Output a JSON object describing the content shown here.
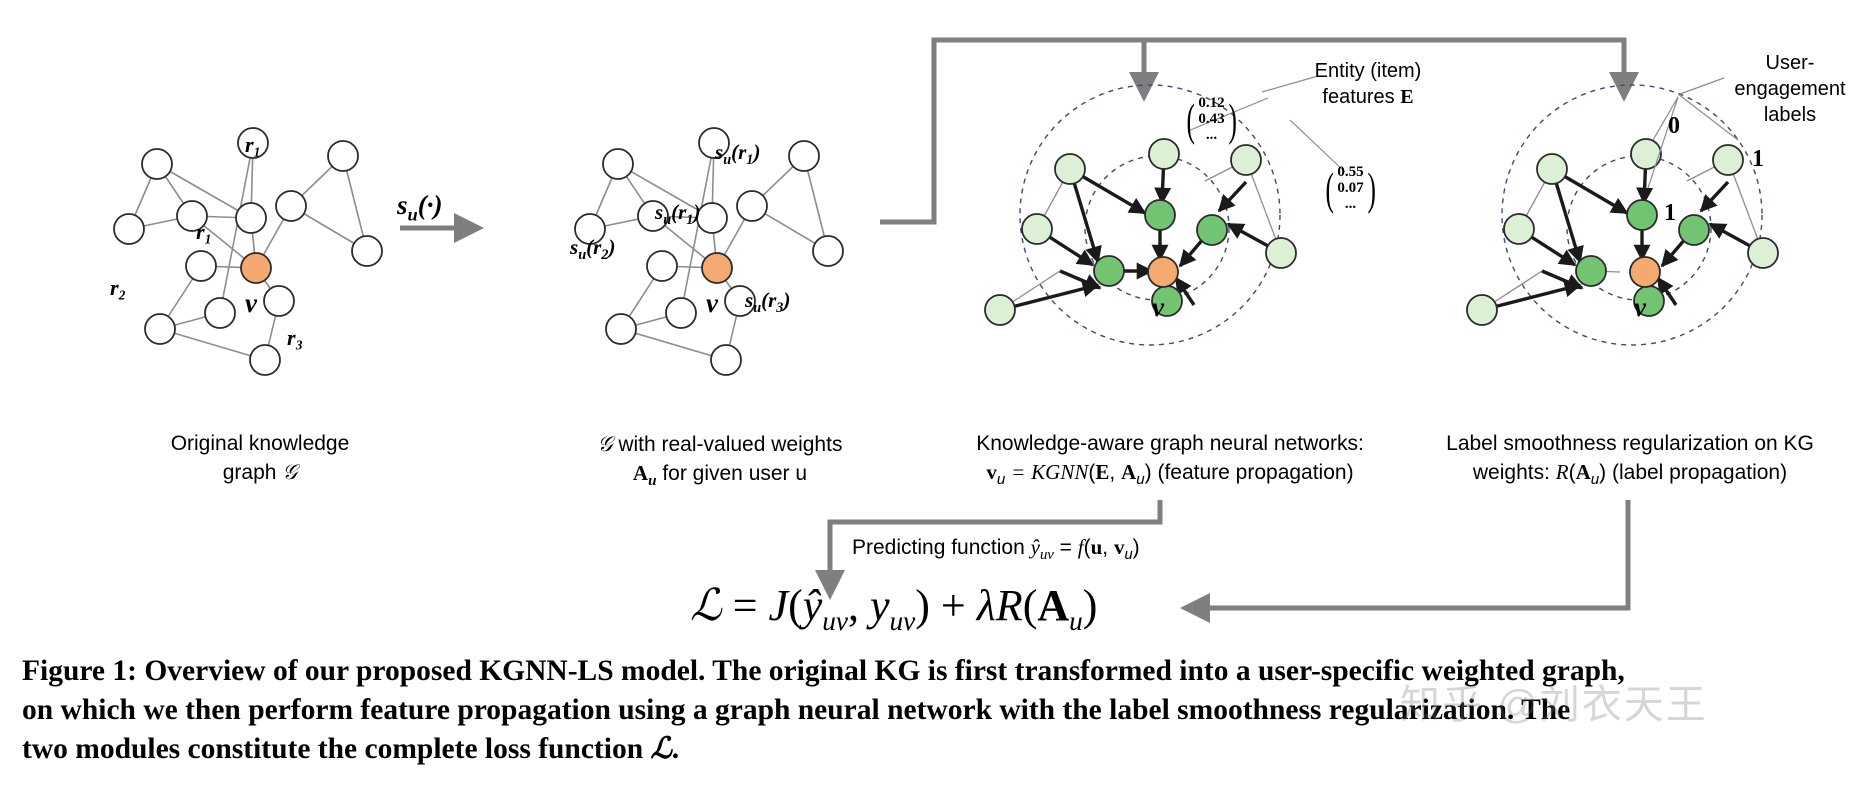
{
  "figure": {
    "title": "Figure 1: Overview of our proposed KGNN-LS model.",
    "caption_line1": "Figure 1: Overview of our proposed KGNN-LS model. The original KG is first transformed into a user-specific weighted graph,",
    "caption_line2": "on which we then perform feature propagation using a graph neural network with the label smoothness regularization. The",
    "caption_line3_pre": "two modules constitute the complete loss function ",
    "caption_line3_symbol": "ℒ",
    "caption_line3_post": ".",
    "watermark": "知乎 @刘衣天王"
  },
  "panels": {
    "panel1": {
      "caption_line1": "Original knowledge",
      "caption_line2_pre": "graph ",
      "caption_line2_symbol": "𝒢",
      "edge_labels": [
        "r₁",
        "r₁",
        "r₂",
        "r₃"
      ],
      "center_node_label": "v"
    },
    "panel2": {
      "caption_line1_pre": "𝒢",
      "caption_line1_post": " with real-valued weights",
      "caption_line2_bold": "A",
      "caption_line2_sub": "u",
      "caption_line2_post": " for given user u",
      "edge_labels": [
        "s_u(r₁)",
        "s_u(r₁)",
        "s_u(r₂)",
        "s_u(r₃)"
      ],
      "center_node_label": "v"
    },
    "panel3": {
      "caption_line1": "Knowledge-aware graph neural networks:",
      "caption_line2": "v_u = KGNN(E, A_u) (feature propagation)",
      "annotation": "Entity (item) features E",
      "annotation_line1": "Entity (item)",
      "annotation_line2_pre": "features ",
      "annotation_line2_bold": "E",
      "feature_vectors": [
        {
          "values": [
            "0.12",
            "0.43",
            "..."
          ]
        },
        {
          "values": [
            "0.55",
            "0.07",
            "..."
          ]
        }
      ],
      "center_node_label": "v"
    },
    "panel4": {
      "caption_line1": "Label smoothness regularization on KG",
      "caption_line2": "weights: R(A_u) (label propagation)",
      "annotation_line1": "User-",
      "annotation_line2": "engagement",
      "annotation_line3": "labels",
      "engagement_labels": [
        "0",
        "1",
        "1"
      ],
      "center_node_label": "v"
    }
  },
  "transform": {
    "operator_label": "s_u(·)"
  },
  "loss": {
    "predicting_function_text": "Predicting function ŷ_uv = f(u, v_u)",
    "formula_text": "ℒ = J(ŷ_uv, y_uv) + λR(A_u)"
  },
  "colors": {
    "node_stroke": "#2b2b2b",
    "node_fill_white": "#ffffff",
    "node_fill_orange": "#f4a971",
    "node_fill_green_dark": "#72c472",
    "node_fill_green_light": "#dcf0d6",
    "edge_thin": "#8d8d8d",
    "edge_bold": "#1a1a1a",
    "flow_arrow": "#7f7f7f",
    "dashed_circle": "#3b4a7a",
    "text": "#000000"
  }
}
